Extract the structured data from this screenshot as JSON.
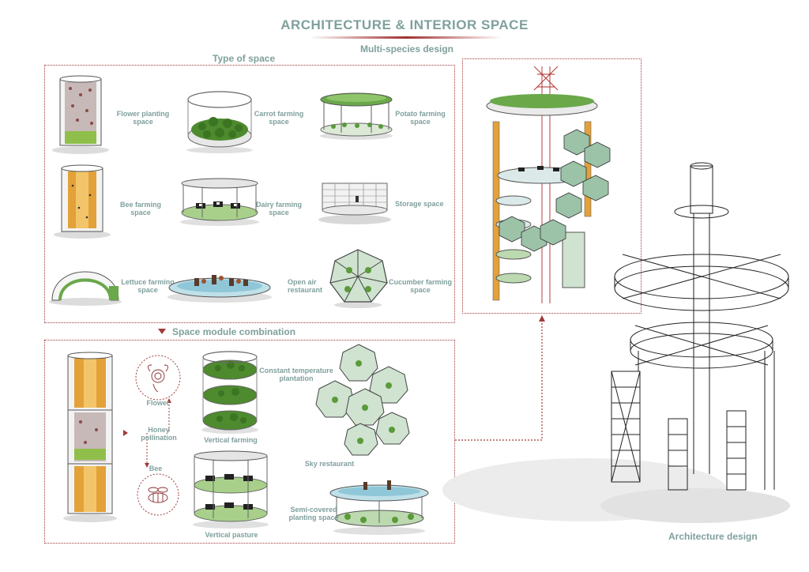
{
  "header": {
    "title": "ARCHITECTURE & INTERIOR SPACE",
    "subtitle": "Multi-species design"
  },
  "type_of_space": {
    "title": "Type of space",
    "modules": [
      {
        "line1": "Flower planting",
        "line2": "space"
      },
      {
        "line1": "Carrot farming",
        "line2": "space"
      },
      {
        "line1": "Potato farming",
        "line2": "space"
      },
      {
        "line1": "Bee farming",
        "line2": "space"
      },
      {
        "line1": "Dairy farming",
        "line2": "space"
      },
      {
        "line1": "Storage space",
        "line2": ""
      },
      {
        "line1": "Lettuce farming",
        "line2": "space"
      },
      {
        "line1": "Open air",
        "line2": "restaurant"
      },
      {
        "line1": "Cucumber farming",
        "line2": "space"
      }
    ]
  },
  "combination": {
    "title": "Space module combination",
    "flower": "Flower",
    "honey_line1": "Honey",
    "honey_line2": "pollination",
    "bee": "Bee",
    "vertical_farming": "Vertical farming",
    "constant_line1": "Constant temperature",
    "constant_line2": "plantation",
    "sky_restaurant": "Sky restaurant",
    "vertical_pasture": "Vertical pasture",
    "semi_line1": "Semi-covered",
    "semi_line2": "planting space"
  },
  "architecture": {
    "label": "Architecture design"
  },
  "colors": {
    "accent_text": "#7fa09d",
    "frame_red": "#a13a3a",
    "plant_green": "#5a9a3a",
    "bee_orange": "#e3a13a"
  }
}
